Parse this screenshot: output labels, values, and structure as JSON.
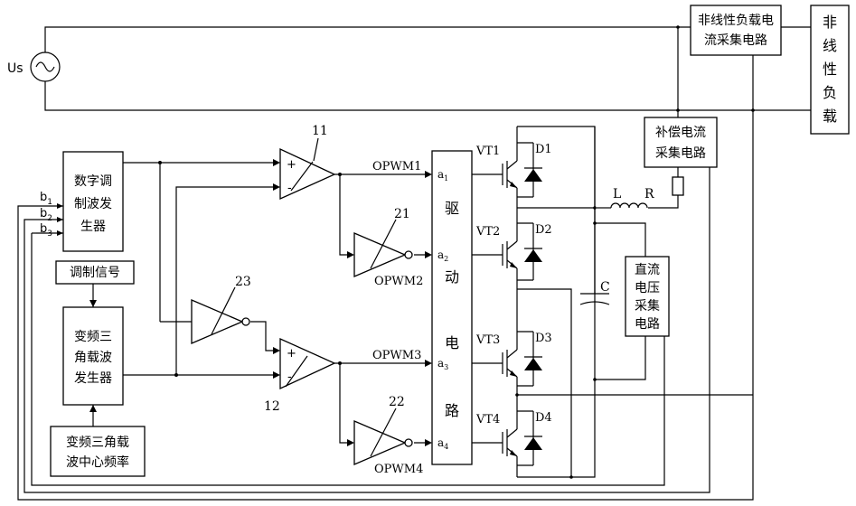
{
  "source": {
    "label": "Us"
  },
  "blocks": {
    "nonlinear_load": "非线性负载",
    "load_current_sensor": [
      "非线性负载电",
      "流采集电路"
    ],
    "comp_current_sensor": [
      "补偿电流",
      "采集电路"
    ],
    "digital_modulator": [
      "数字调",
      "制波发",
      "生器"
    ],
    "modulation_signal": "调制信号",
    "carrier_generator": [
      "变频三",
      "角载波",
      "发生器"
    ],
    "carrier_center_freq": [
      "变频三角载",
      "波中心频率"
    ],
    "driver": [
      "驱",
      "动",
      "电",
      "路"
    ],
    "dc_voltage_sensor": [
      "直流",
      "电压",
      "采集",
      "电路"
    ]
  },
  "signals": {
    "b1": "b",
    "b1_sub": "1",
    "b2": "b",
    "b2_sub": "2",
    "b3": "b",
    "b3_sub": "3",
    "opwm1": "OPWM1",
    "opwm2": "OPWM2",
    "opwm3": "OPWM3",
    "opwm4": "OPWM4",
    "a1": "a",
    "a1_sub": "1",
    "a2": "a",
    "a2_sub": "2",
    "a3": "a",
    "a3_sub": "3",
    "a4": "a",
    "a4_sub": "4"
  },
  "ref_numbers": {
    "comp_11": "11",
    "comp_12": "12",
    "inv_21": "21",
    "inv_22": "22",
    "inv_23": "23"
  },
  "comparator_signs": {
    "plus": "+",
    "minus": "-"
  },
  "switches": {
    "vt1": "VT1",
    "vt2": "VT2",
    "vt3": "VT3",
    "vt4": "VT4",
    "d1": "D1",
    "d2": "D2",
    "d3": "D3",
    "d4": "D4"
  },
  "passives": {
    "inductor": "L",
    "resistor": "R",
    "capacitor": "C"
  }
}
